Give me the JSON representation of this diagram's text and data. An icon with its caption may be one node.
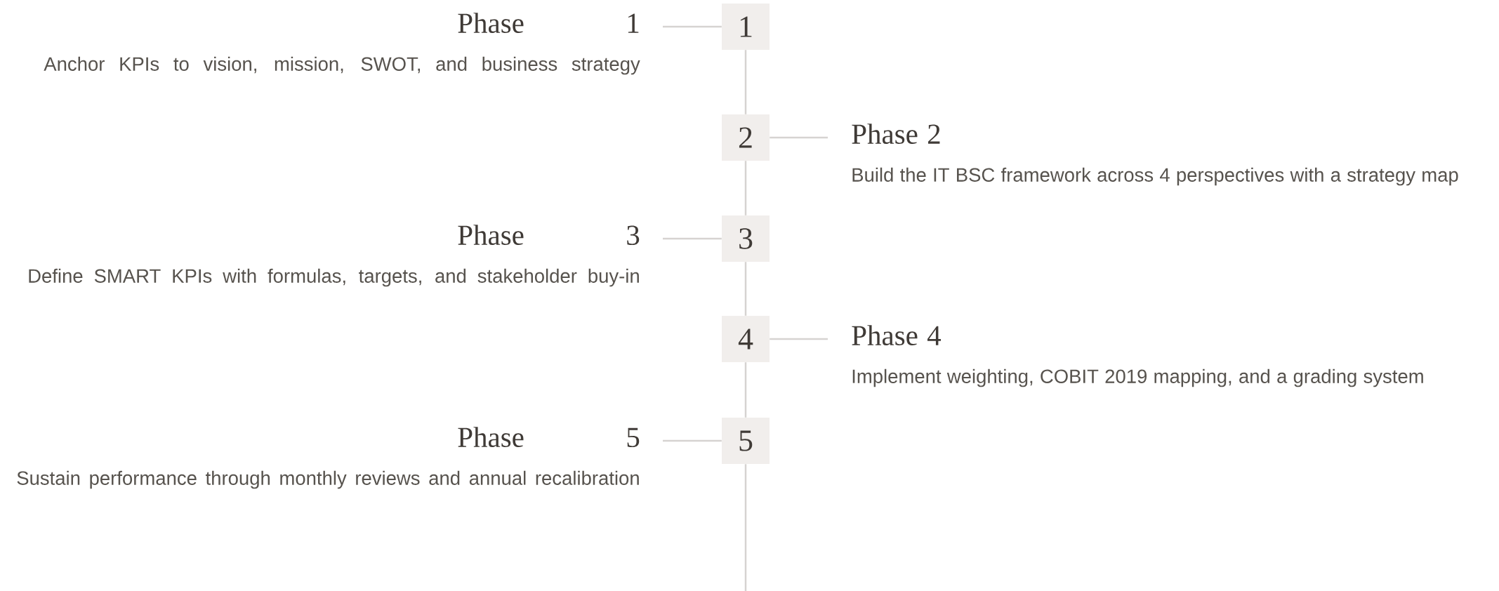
{
  "diagram": {
    "nodes": [
      {
        "text": [
          "1"
        ]
      },
      {
        "text": [
          "Phase 1",
          "Anchor KPIs to vision, mission, SWOT, and business strategy"
        ]
      },
      {
        "text": [
          "2"
        ]
      },
      {
        "text": [
          "Phase 2",
          "Build the IT BSC framework across 4 perspectives with a strategy map"
        ]
      },
      {
        "text": [
          "3"
        ]
      },
      {
        "text": [
          "Phase 3",
          "Define SMART KPIs with formulas, targets, and stakeholder buy-in"
        ]
      },
      {
        "text": [
          "4"
        ]
      },
      {
        "text": [
          "Phase 4",
          "Implement weighting, COBIT 2019 mapping, and a grading system"
        ]
      },
      {
        "text": [
          "5"
        ]
      },
      {
        "text": [
          "Phase 5",
          "Sustain performance through monthly reviews and annual recalibration"
        ]
      }
    ],
    "edges": [
      {
        "from": 1,
        "to": 0,
        "arrow": "none"
      },
      {
        "from": 0,
        "to": 2,
        "arrow": "none"
      },
      {
        "from": 2,
        "to": 3,
        "arrow": "none"
      },
      {
        "from": 2,
        "to": 4,
        "arrow": "none"
      },
      {
        "from": 5,
        "to": 4,
        "arrow": "none"
      },
      {
        "from": 4,
        "to": 6,
        "arrow": "none"
      },
      {
        "from": 6,
        "to": 7,
        "arrow": "none"
      },
      {
        "from": 6,
        "to": 8,
        "arrow": "none"
      },
      {
        "from": 9,
        "to": 8,
        "arrow": "none"
      },
      {
        "from": 8,
        "to": null,
        "arrow": "none"
      }
    ]
  }
}
